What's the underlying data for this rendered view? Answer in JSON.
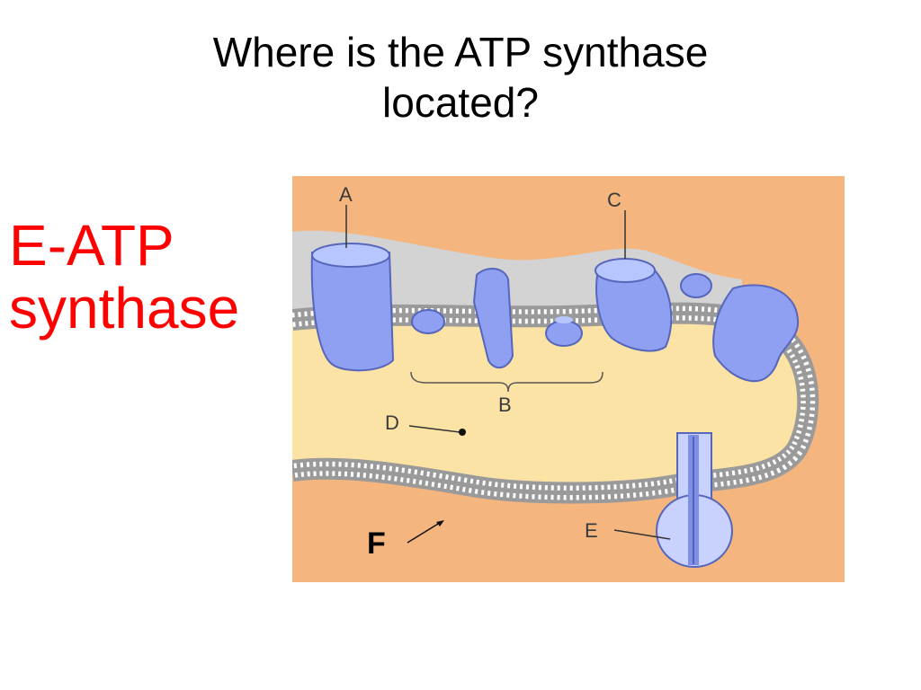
{
  "slide": {
    "title_line1": "Where is the ATP synthase",
    "title_line2": "located?",
    "answer_line1": "E-ATP",
    "answer_line2": "synthase",
    "answer_color": "#ff0000"
  },
  "figure": {
    "labels": {
      "a": "A",
      "b": "B",
      "c": "C",
      "d": "D",
      "e": "E",
      "f": "F"
    },
    "colors": {
      "background": "#f5b57e",
      "matrix": "#fbe3a5",
      "outer_space": "#d3d3d3",
      "protein": "#8f9ff2",
      "protein_top": "#b8c6ff",
      "membrane_head": "#ffffff",
      "membrane_tail": "#9a9a9a"
    }
  }
}
